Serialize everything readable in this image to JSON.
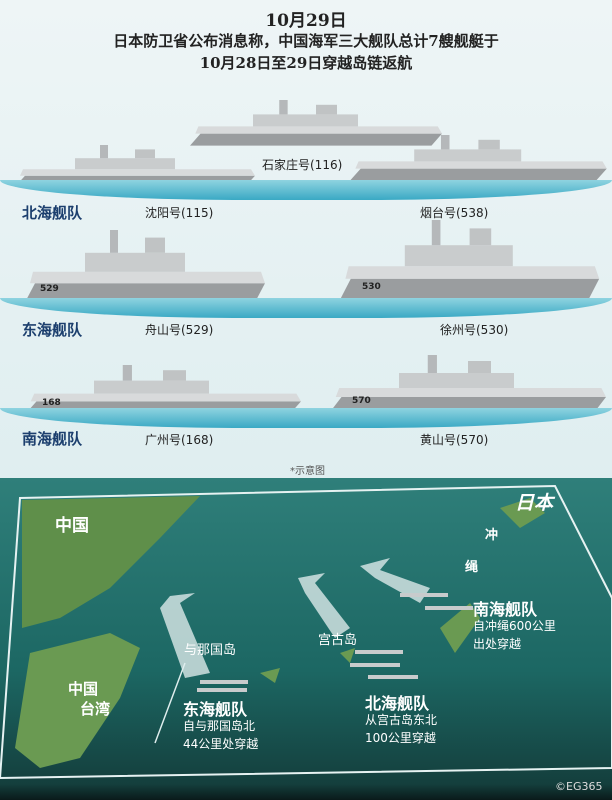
{
  "title": {
    "line1": "10月29日",
    "line2": "日本防卫省公布消息称，中国海军三大舰队总计7艘舰艇于",
    "line3": "10月28日至29日穿越岛链返航"
  },
  "rows": [
    {
      "fleet": "北海舰队",
      "ships": [
        "沈阳号(115)",
        "烟台号(538)",
        "石家庄号(116)"
      ]
    },
    {
      "fleet": "东海舰队",
      "ships": [
        "舟山号(529)",
        "徐州号(530)"
      ]
    },
    {
      "fleet": "南海舰队",
      "ships": [
        "广州号(168)",
        "黄山号(570)"
      ]
    }
  ],
  "hull_numbers": [
    "529",
    "530",
    "168",
    "570"
  ],
  "note": "*示意图",
  "map": {
    "china": "中国",
    "japan": "日本",
    "okinawa1": "冲",
    "okinawa2": "绳",
    "taiwan1": "中国",
    "taiwan2": "台湾",
    "miyako": "宫古岛",
    "yonaguni": "与那国岛",
    "south": {
      "name": "南海舰队",
      "l1": "自冲绳600公里",
      "l2": "出处穿越"
    },
    "east": {
      "name": "东海舰队",
      "l1": "自与那国岛北",
      "l2": "44公里处穿越"
    },
    "north": {
      "name": "北海舰队",
      "l1": "从宫古岛东北",
      "l2": "100公里穿越"
    }
  },
  "credit": "©EG365",
  "colors": {
    "fleet_label": "#1c3f6e",
    "sea": "#1c6763",
    "water": "#3aa9c4"
  }
}
